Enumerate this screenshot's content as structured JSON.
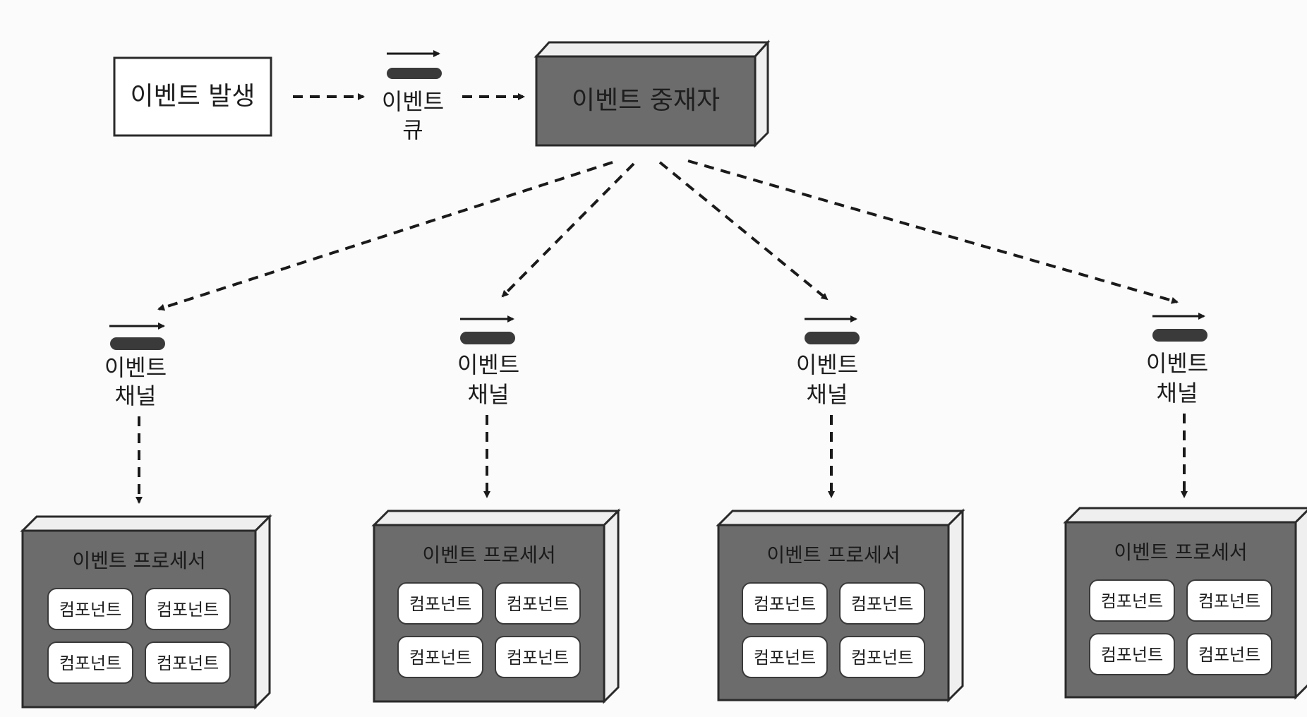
{
  "source": {
    "label": "이벤트 발생"
  },
  "queue": {
    "line1": "이벤트",
    "line2": "큐"
  },
  "mediator": {
    "label": "이벤트 중재자"
  },
  "channels": [
    {
      "line1": "이벤트",
      "line2": "채널"
    },
    {
      "line1": "이벤트",
      "line2": "채널"
    },
    {
      "line1": "이벤트",
      "line2": "채널"
    },
    {
      "line1": "이벤트",
      "line2": "채널"
    }
  ],
  "processors": [
    {
      "title": "이벤트 프로세서",
      "components": [
        "컴포넌트",
        "컴포넌트",
        "컴포넌트",
        "컴포넌트"
      ]
    },
    {
      "title": "이벤트 프로세서",
      "components": [
        "컴포넌트",
        "컴포넌트",
        "컴포넌트",
        "컴포넌트"
      ]
    },
    {
      "title": "이벤트 프로세서",
      "components": [
        "컴포넌트",
        "컴포넌트",
        "컴포넌트",
        "컴포넌트"
      ]
    },
    {
      "title": "이벤트 프로세서",
      "components": [
        "컴포넌트",
        "컴포넌트",
        "컴포넌트",
        "컴포넌트"
      ]
    }
  ],
  "colors": {
    "box_dark": "#6c6c6c",
    "box_side": "#efefef",
    "pipe": "#3a3a3a",
    "line": "#1a1a1a",
    "component_bg": "#ffffff"
  }
}
